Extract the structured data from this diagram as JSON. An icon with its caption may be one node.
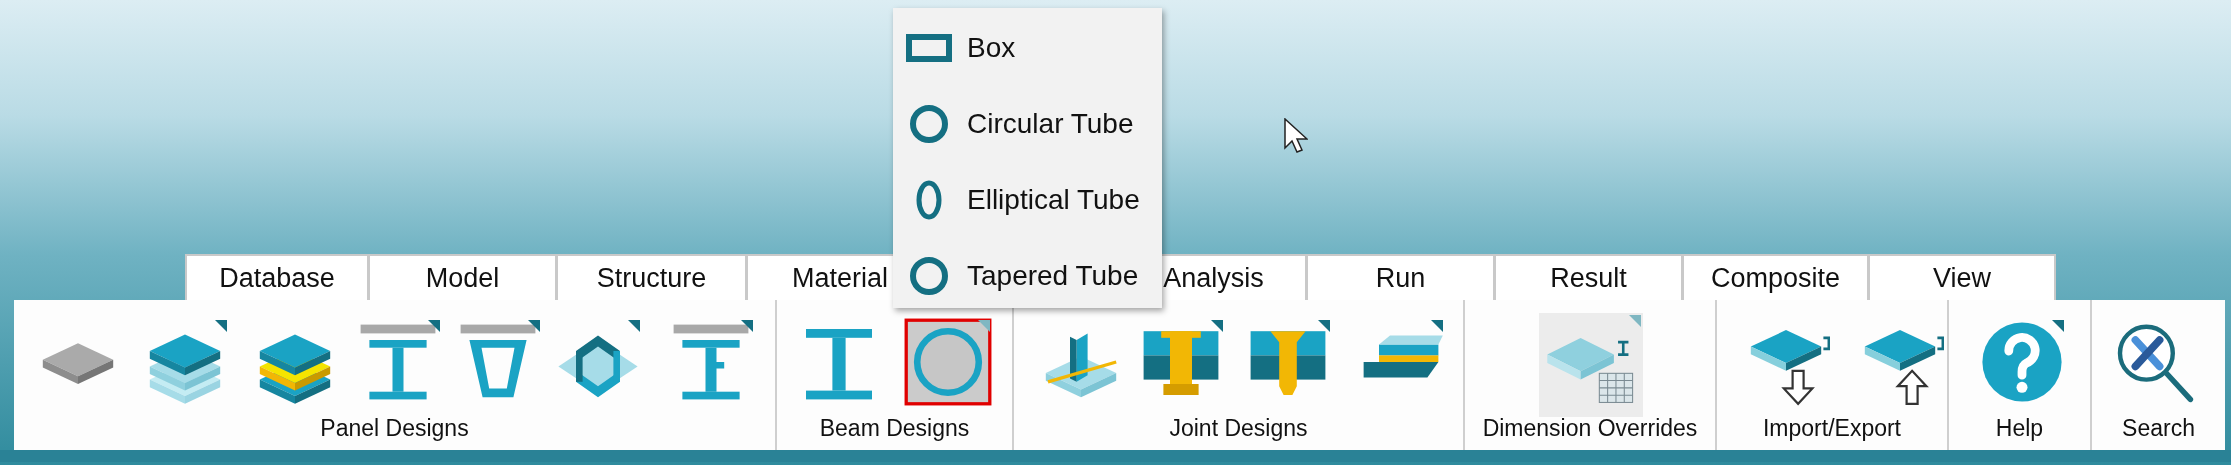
{
  "diagram": {
    "nodes": [
      {
        "text": [
          "Database"
        ]
      },
      {
        "text": [
          "Model"
        ]
      },
      {
        "text": [
          "Structure"
        ]
      },
      {
        "text": [
          "Material"
        ]
      },
      {
        "text": [
          "Analysis"
        ]
      },
      {
        "text": [
          "Run"
        ]
      },
      {
        "text": [
          "Result"
        ]
      },
      {
        "text": [
          "Composite"
        ]
      },
      {
        "text": [
          "View"
        ]
      },
      {
        "text": [
          "Panel Designs"
        ]
      },
      {
        "text": [
          "Beam Designs"
        ]
      },
      {
        "text": [
          "Joint Designs"
        ]
      },
      {
        "text": [
          "Dimension Overrides"
        ]
      },
      {
        "text": [
          "Import/Export"
        ]
      },
      {
        "text": [
          "Help"
        ]
      },
      {
        "text": [
          "Search"
        ]
      },
      {
        "text": [
          "Box",
          "Circular Tube",
          "Elliptical Tube",
          "Tapered Tube"
        ]
      }
    ],
    "edges": []
  }
}
